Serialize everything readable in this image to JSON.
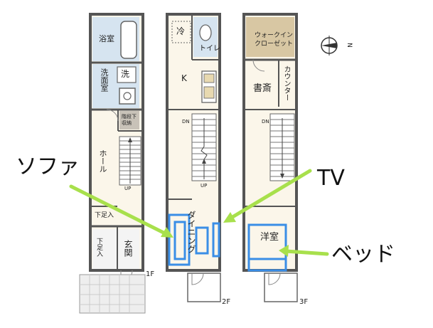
{
  "floors": [
    {
      "id": "1F",
      "label": "1F"
    },
    {
      "id": "2F",
      "label": "2F"
    },
    {
      "id": "3F",
      "label": "3F"
    }
  ],
  "rooms": {
    "bath": "浴室",
    "washroom": "洗面室",
    "wash_tag": "洗",
    "understair_storage": "階段下収納",
    "hall": "ホール",
    "shoe_box_1": "下足入",
    "shoe_box_2": "下足入",
    "entrance": "玄関",
    "fridge": "冷",
    "toilet": "トイレ",
    "kitchen": "K",
    "dining": "ダイニング",
    "walk_in_closet_l1": "ウォークイン",
    "walk_in_closet_l2": "クローゼット",
    "counter": "カウンター",
    "study": "書斎",
    "western_room": "洋室"
  },
  "stairs": {
    "up_1f": "UP",
    "dn_2f": "DN",
    "up_2f": "UP",
    "dn_3f": "DN"
  },
  "compass": {
    "north": "N"
  },
  "annotations": {
    "sofa": "ソファ",
    "tv": "TV",
    "bed": "ベッド"
  },
  "colors": {
    "arrow": "#a8e04c",
    "highlight": "#3a8ee6",
    "wet_area": "#d6e4f0",
    "closet": "#d8c7a3",
    "storage": "#c8c2b8",
    "floor_wood": "#fbf6ea"
  }
}
